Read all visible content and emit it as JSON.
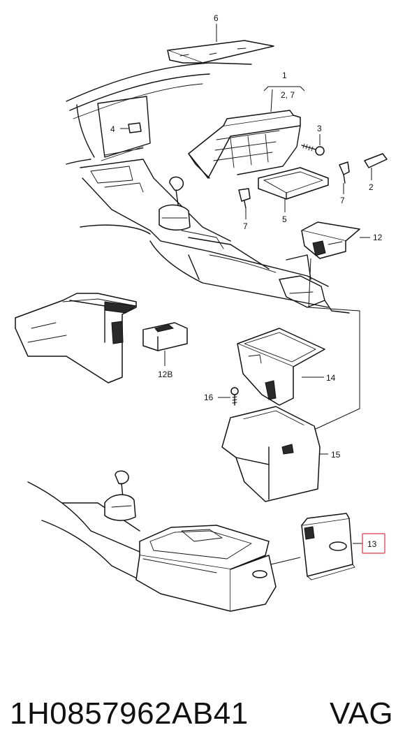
{
  "callouts": {
    "c6": "6",
    "c1": "1",
    "c27": "2, 7",
    "c4": "4",
    "c3": "3",
    "c2": "2",
    "c7a": "7",
    "c7b": "7",
    "c5": "5",
    "c12": "12",
    "c12b": "12B",
    "c14": "14",
    "c16": "16",
    "c15": "15",
    "c13": "13"
  },
  "highlight_color": "#e05a6a",
  "footer": {
    "part_number": "1H0857962AB41",
    "brand": "VAG"
  }
}
